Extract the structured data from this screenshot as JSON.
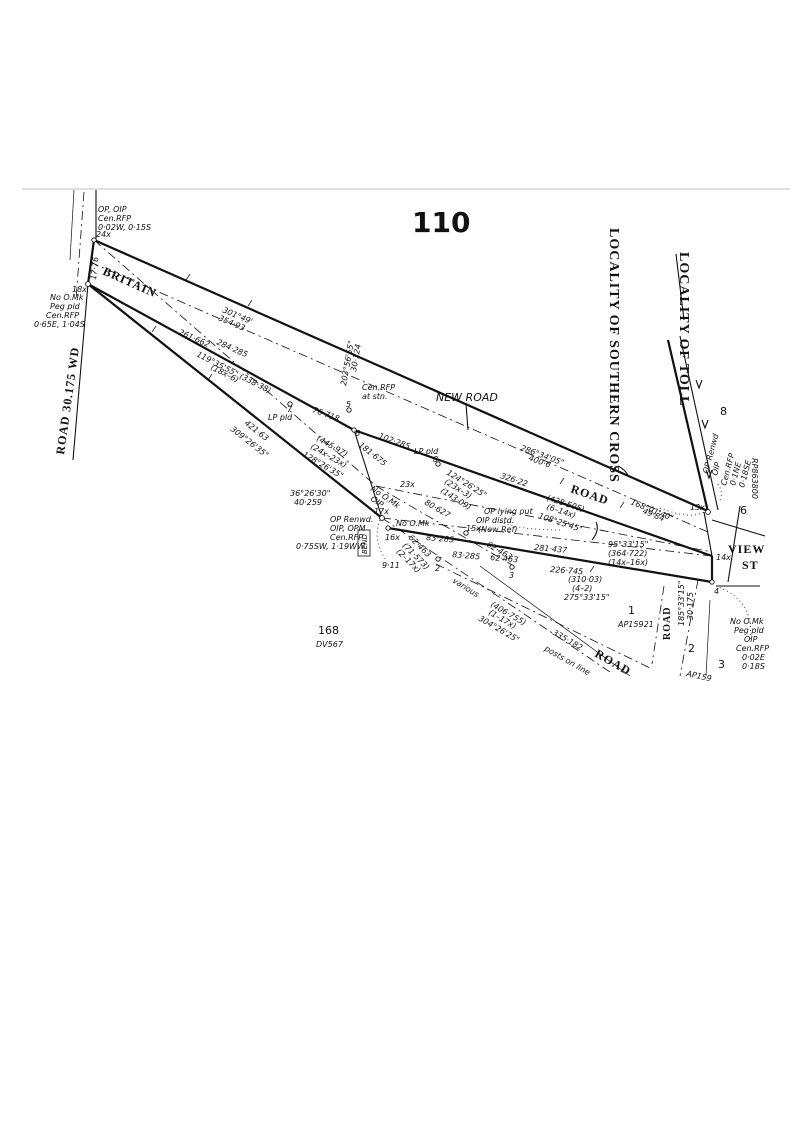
{
  "plan_number": "110",
  "localities": {
    "southern_cross": "LOCALITY  OF  SOUTHERN CROSS",
    "toll": "LOCALITY  OF  TOLL"
  },
  "roads": {
    "road_wd": "ROAD 30.175 WD",
    "britain": "BRITAIN",
    "new_road": "NEW ROAD",
    "road_upper": "ROAD",
    "view": "VIEW",
    "st": "ST",
    "road_lower": "ROAD",
    "road_vertical": "ROAD"
  },
  "lots": {
    "lot_168": "168",
    "dv": "DV567",
    "lot_8": "8",
    "lot_6": "6",
    "lot_1": "1",
    "lot_2": "2",
    "lot_3": "3",
    "ap15921": "AP15921",
    "ap159": "AP159",
    "rp": "RP863800"
  },
  "stations": {
    "s24": "24x",
    "s18": "18x",
    "s5": "5",
    "s6": "6",
    "s7": "7",
    "s8": "8",
    "s17": "17x",
    "s16": "16x",
    "s15": "15x",
    "s23": "23x",
    "s2": "2",
    "s3": "3",
    "s13": "13x",
    "s14": "14x",
    "s4": "4"
  },
  "notes": {
    "n24_1": "OP, OIP",
    "n24_2": "Cen.RFP",
    "n24_3": "0·02W, 0·15S",
    "n18_1": "No O.Mk",
    "n18_2": "Peg pld",
    "n18_3": "Cen.RFP",
    "n18_4": "0·65E, 1·04S",
    "n5_1": "Cen.RFP",
    "n5_2": "at stn.",
    "lp7": "LP pld",
    "lp8": "LP pld",
    "n17_1": "OP Renwd.",
    "n17_2": "OIP, OPM",
    "n17_3": "Cen.RFP",
    "n17_4": "0·75SW, 1·19WW",
    "bend": "BEND",
    "n16_1": "No O.Mk",
    "n23_1": "No O.Mk",
    "n23_2": "OIP",
    "n15_1": "OP lying out",
    "n15_2": "OIP distd.",
    "n15_3": "(New Ref)",
    "n13_1": "OP Renwd",
    "n13_2": "OIP",
    "n13_3": "Cen.RFP",
    "n13_4": "0·1NE",
    "n13_5": "0·18SE",
    "n4_1": "No O.Mk",
    "n4_2": "Peg pld",
    "n4_3": "OIP",
    "n4_4": "Cen.RFP",
    "n4_5": "0·02E",
    "n4_6": "0·18S",
    "various": "various",
    "posts": "posts on line"
  },
  "dimensions": {
    "d_top_1": "301°49'",
    "d_top_2": "354·93",
    "d_diag_1": "261·662",
    "d_diag_2": "284·285",
    "d_b1": "119°35'55\" (338·38)",
    "d_b2": "(18x–6)",
    "d_left_1": "421·63",
    "d_left_2": "309°26'35\"",
    "d_203_1": "203°56'55\"",
    "d_203_2": "30·124",
    "d_7_6": "76·718",
    "d_445_1": "(445·97)",
    "d_445_2": "(24x–23x)",
    "d_445_3": "128°26'35\"",
    "d_102": "102·285",
    "d_181": "181·675",
    "d_286_1": "286°34'05\"",
    "d_286_2": "400·6",
    "d_124_1": "124°26'25\"",
    "d_124_2": "(23x–3)",
    "d_124_3": "(143·09)",
    "d_326": "326·22",
    "d_428_1": "(428·505)",
    "d_428_2": "(6–14x)",
    "d_428_3": "108°25'45\"",
    "d_168_1": "168°01'40\"",
    "d_168_2": "49·84",
    "d_36_1": "36°26'30\"",
    "d_36_2": "40·259",
    "d_80": "80·627",
    "d_83a": "83·285",
    "d_83b": "83·285",
    "d_62a": "62·463",
    "d_62b": "62·463",
    "d_62c": "62·463",
    "d_715_1": "(71·573)",
    "d_715_2": "(2–17x)",
    "d_911": "9·11",
    "d_281": "281·437",
    "d_95_1": "95°33'15\"",
    "d_95_2": "(364·722)",
    "d_95_3": "(14x–16x)",
    "d_226": "226·745",
    "d_310_1": "(310·03)",
    "d_310_2": "(4–2)",
    "d_310_3": "275°33'15\"",
    "d_406_1": "(406·755)",
    "d_406_2": "(1–17x)",
    "d_406_3": "304°26'25\"",
    "d_335": "335·182",
    "d_185_1": "185°33'15\"",
    "d_185_2": "30·175",
    "d_1776": "17·76"
  }
}
